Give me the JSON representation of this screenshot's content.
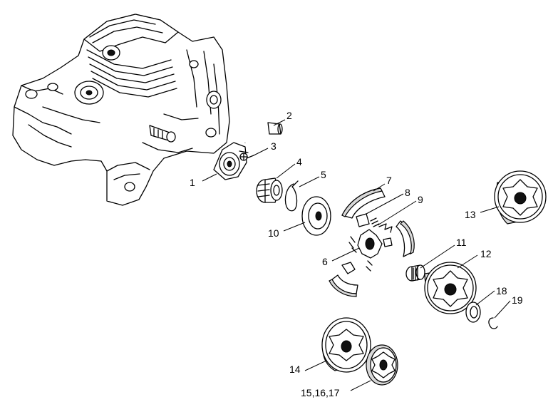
{
  "diagram": {
    "callouts": [
      {
        "id": "1",
        "label": "1"
      },
      {
        "id": "2",
        "label": "2"
      },
      {
        "id": "3",
        "label": "3"
      },
      {
        "id": "4",
        "label": "4"
      },
      {
        "id": "5",
        "label": "5"
      },
      {
        "id": "6",
        "label": "6"
      },
      {
        "id": "7",
        "label": "7"
      },
      {
        "id": "8",
        "label": "8"
      },
      {
        "id": "9",
        "label": "9"
      },
      {
        "id": "10",
        "label": "10"
      },
      {
        "id": "11",
        "label": "11"
      },
      {
        "id": "12",
        "label": "12"
      },
      {
        "id": "13",
        "label": "13"
      },
      {
        "id": "14",
        "label": "14"
      },
      {
        "id": "15_16_17",
        "label": "15,16,17"
      },
      {
        "id": "18",
        "label": "18"
      },
      {
        "id": "19",
        "label": "19"
      }
    ]
  }
}
